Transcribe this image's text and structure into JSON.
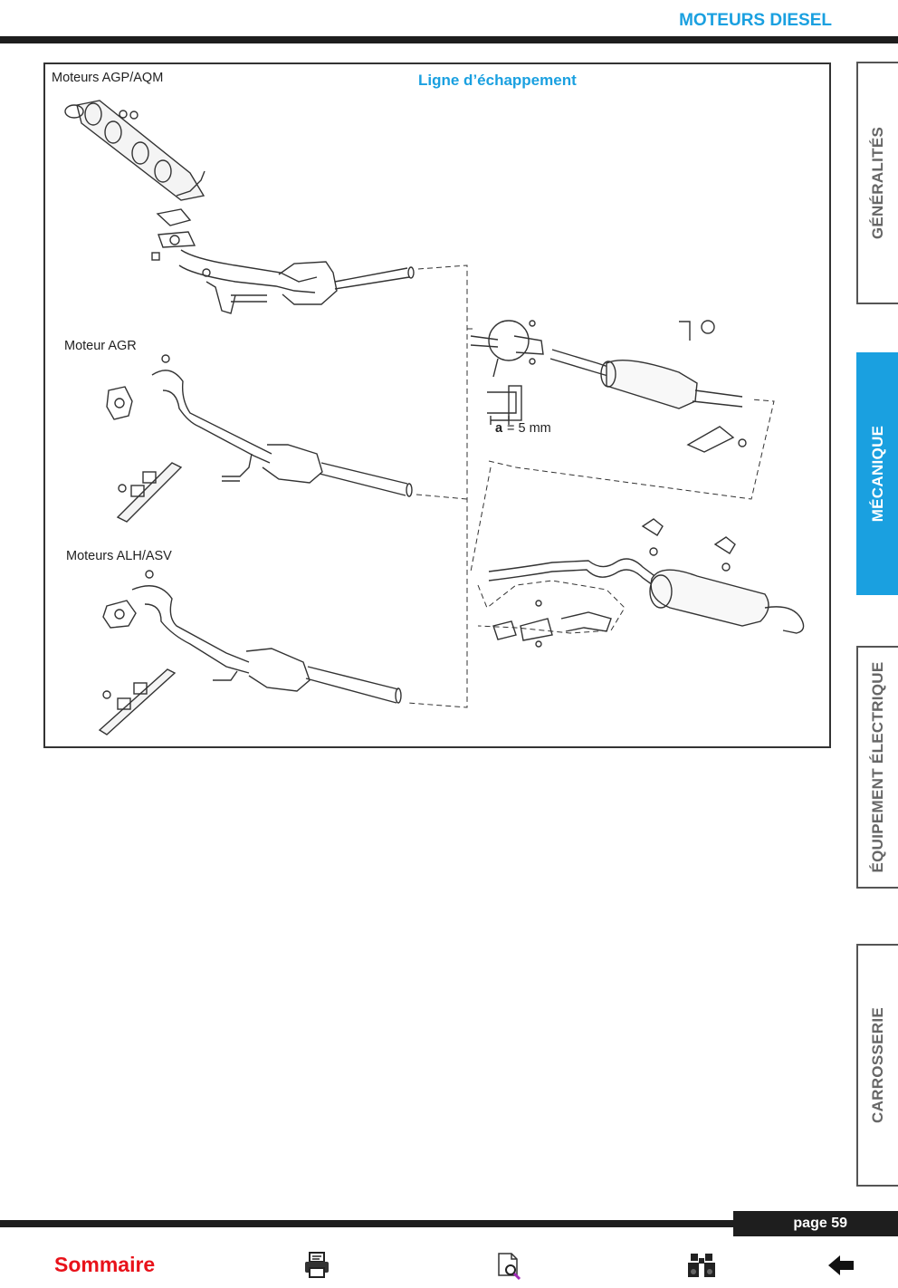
{
  "header": {
    "section_title": "MOTEURS DIESEL"
  },
  "figure": {
    "title": "Ligne d’échappement",
    "labels": {
      "engine_1": "Moteurs AGP/AQM",
      "engine_2": "Moteur AGR",
      "engine_3": "Moteurs ALH/ASV",
      "dim_a_letter": "a",
      "dim_a_value": "= 5 mm"
    }
  },
  "tabs": [
    {
      "label": "GÉNÉRALITÉS",
      "active": false
    },
    {
      "label": "MÉCANIQUE",
      "active": true
    },
    {
      "label": "ÉQUIPEMENT ÉLECTRIQUE",
      "active": false
    },
    {
      "label": "CARROSSERIE",
      "active": false
    }
  ],
  "footer": {
    "page_label": "page 59",
    "sommaire": "Sommaire",
    "icons": [
      "printer-icon",
      "document-search-icon",
      "binoculars-icon",
      "back-arrow-icon"
    ]
  },
  "colors": {
    "accent": "#1aa0e0",
    "sommaire": "#e8121a",
    "bar": "#1e1e1e"
  }
}
